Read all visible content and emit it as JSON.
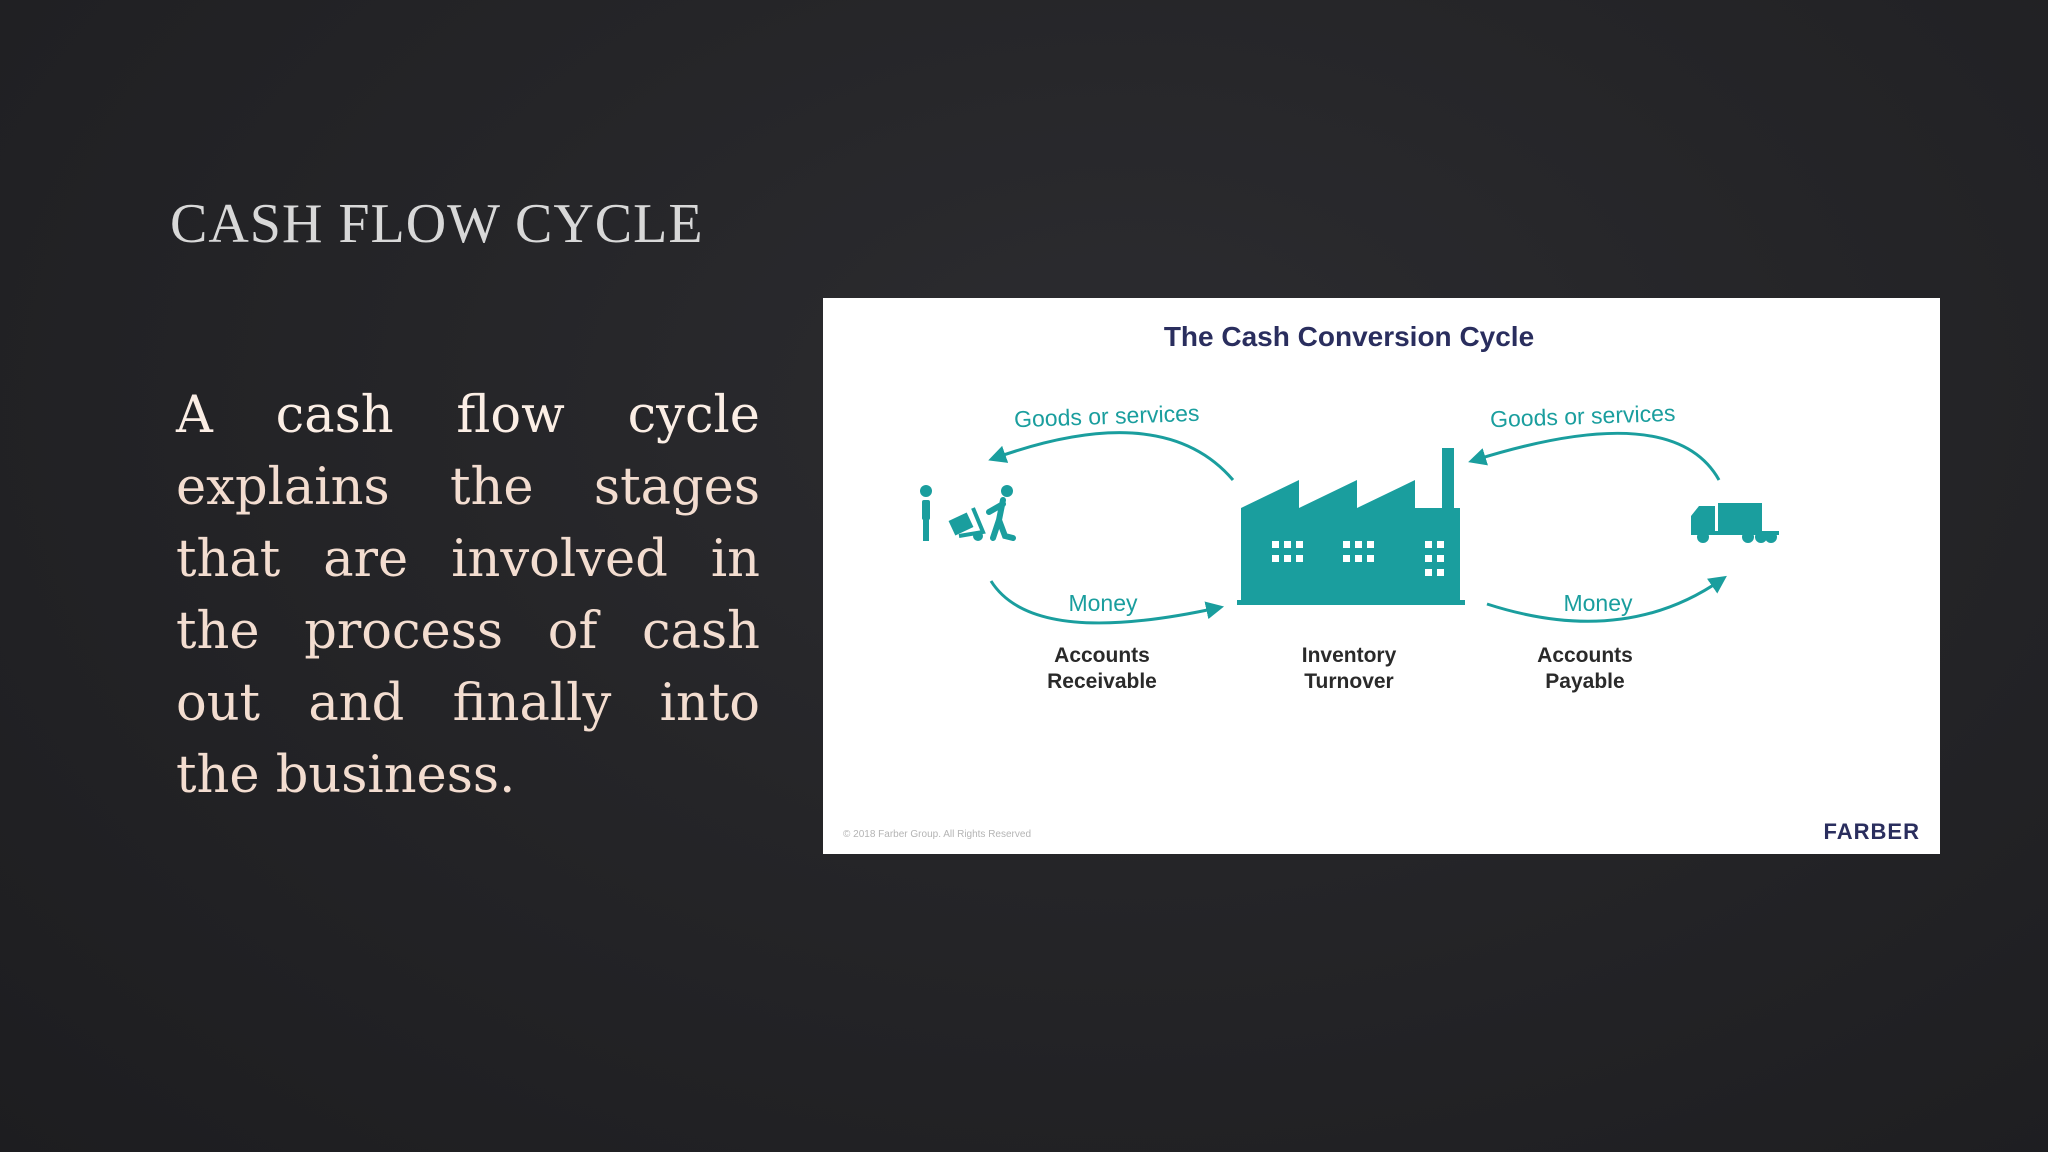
{
  "slide": {
    "title": "CASH FLOW CYCLE",
    "body": {
      "word_a": "A",
      "word_cash": "cash",
      "word_flow": "flow",
      "word_cycle": "cycle",
      "rest": "explains the stages that are involved in the process of cash out and finally into the business."
    }
  },
  "diagram": {
    "title": "The Cash Conversion Cycle",
    "left_top_arrow_label": "Goods or services",
    "left_bottom_arrow_label": "Money",
    "right_top_arrow_label": "Goods or services",
    "right_bottom_arrow_label": "Money",
    "stage_left": {
      "line1": "Accounts",
      "line2": "Receivable"
    },
    "stage_center": {
      "line1": "Inventory",
      "line2": "Turnover"
    },
    "stage_right": {
      "line1": "Accounts",
      "line2": "Payable"
    },
    "copyright": "© 2018 Farber Group. All Rights Reserved",
    "logo": "FARBER",
    "colors": {
      "teal": "#1a9e9e",
      "title": "#2a2e5e",
      "label": "#2a2a2a"
    },
    "icons": [
      "customer-icon",
      "factory-icon",
      "truck-icon"
    ]
  }
}
